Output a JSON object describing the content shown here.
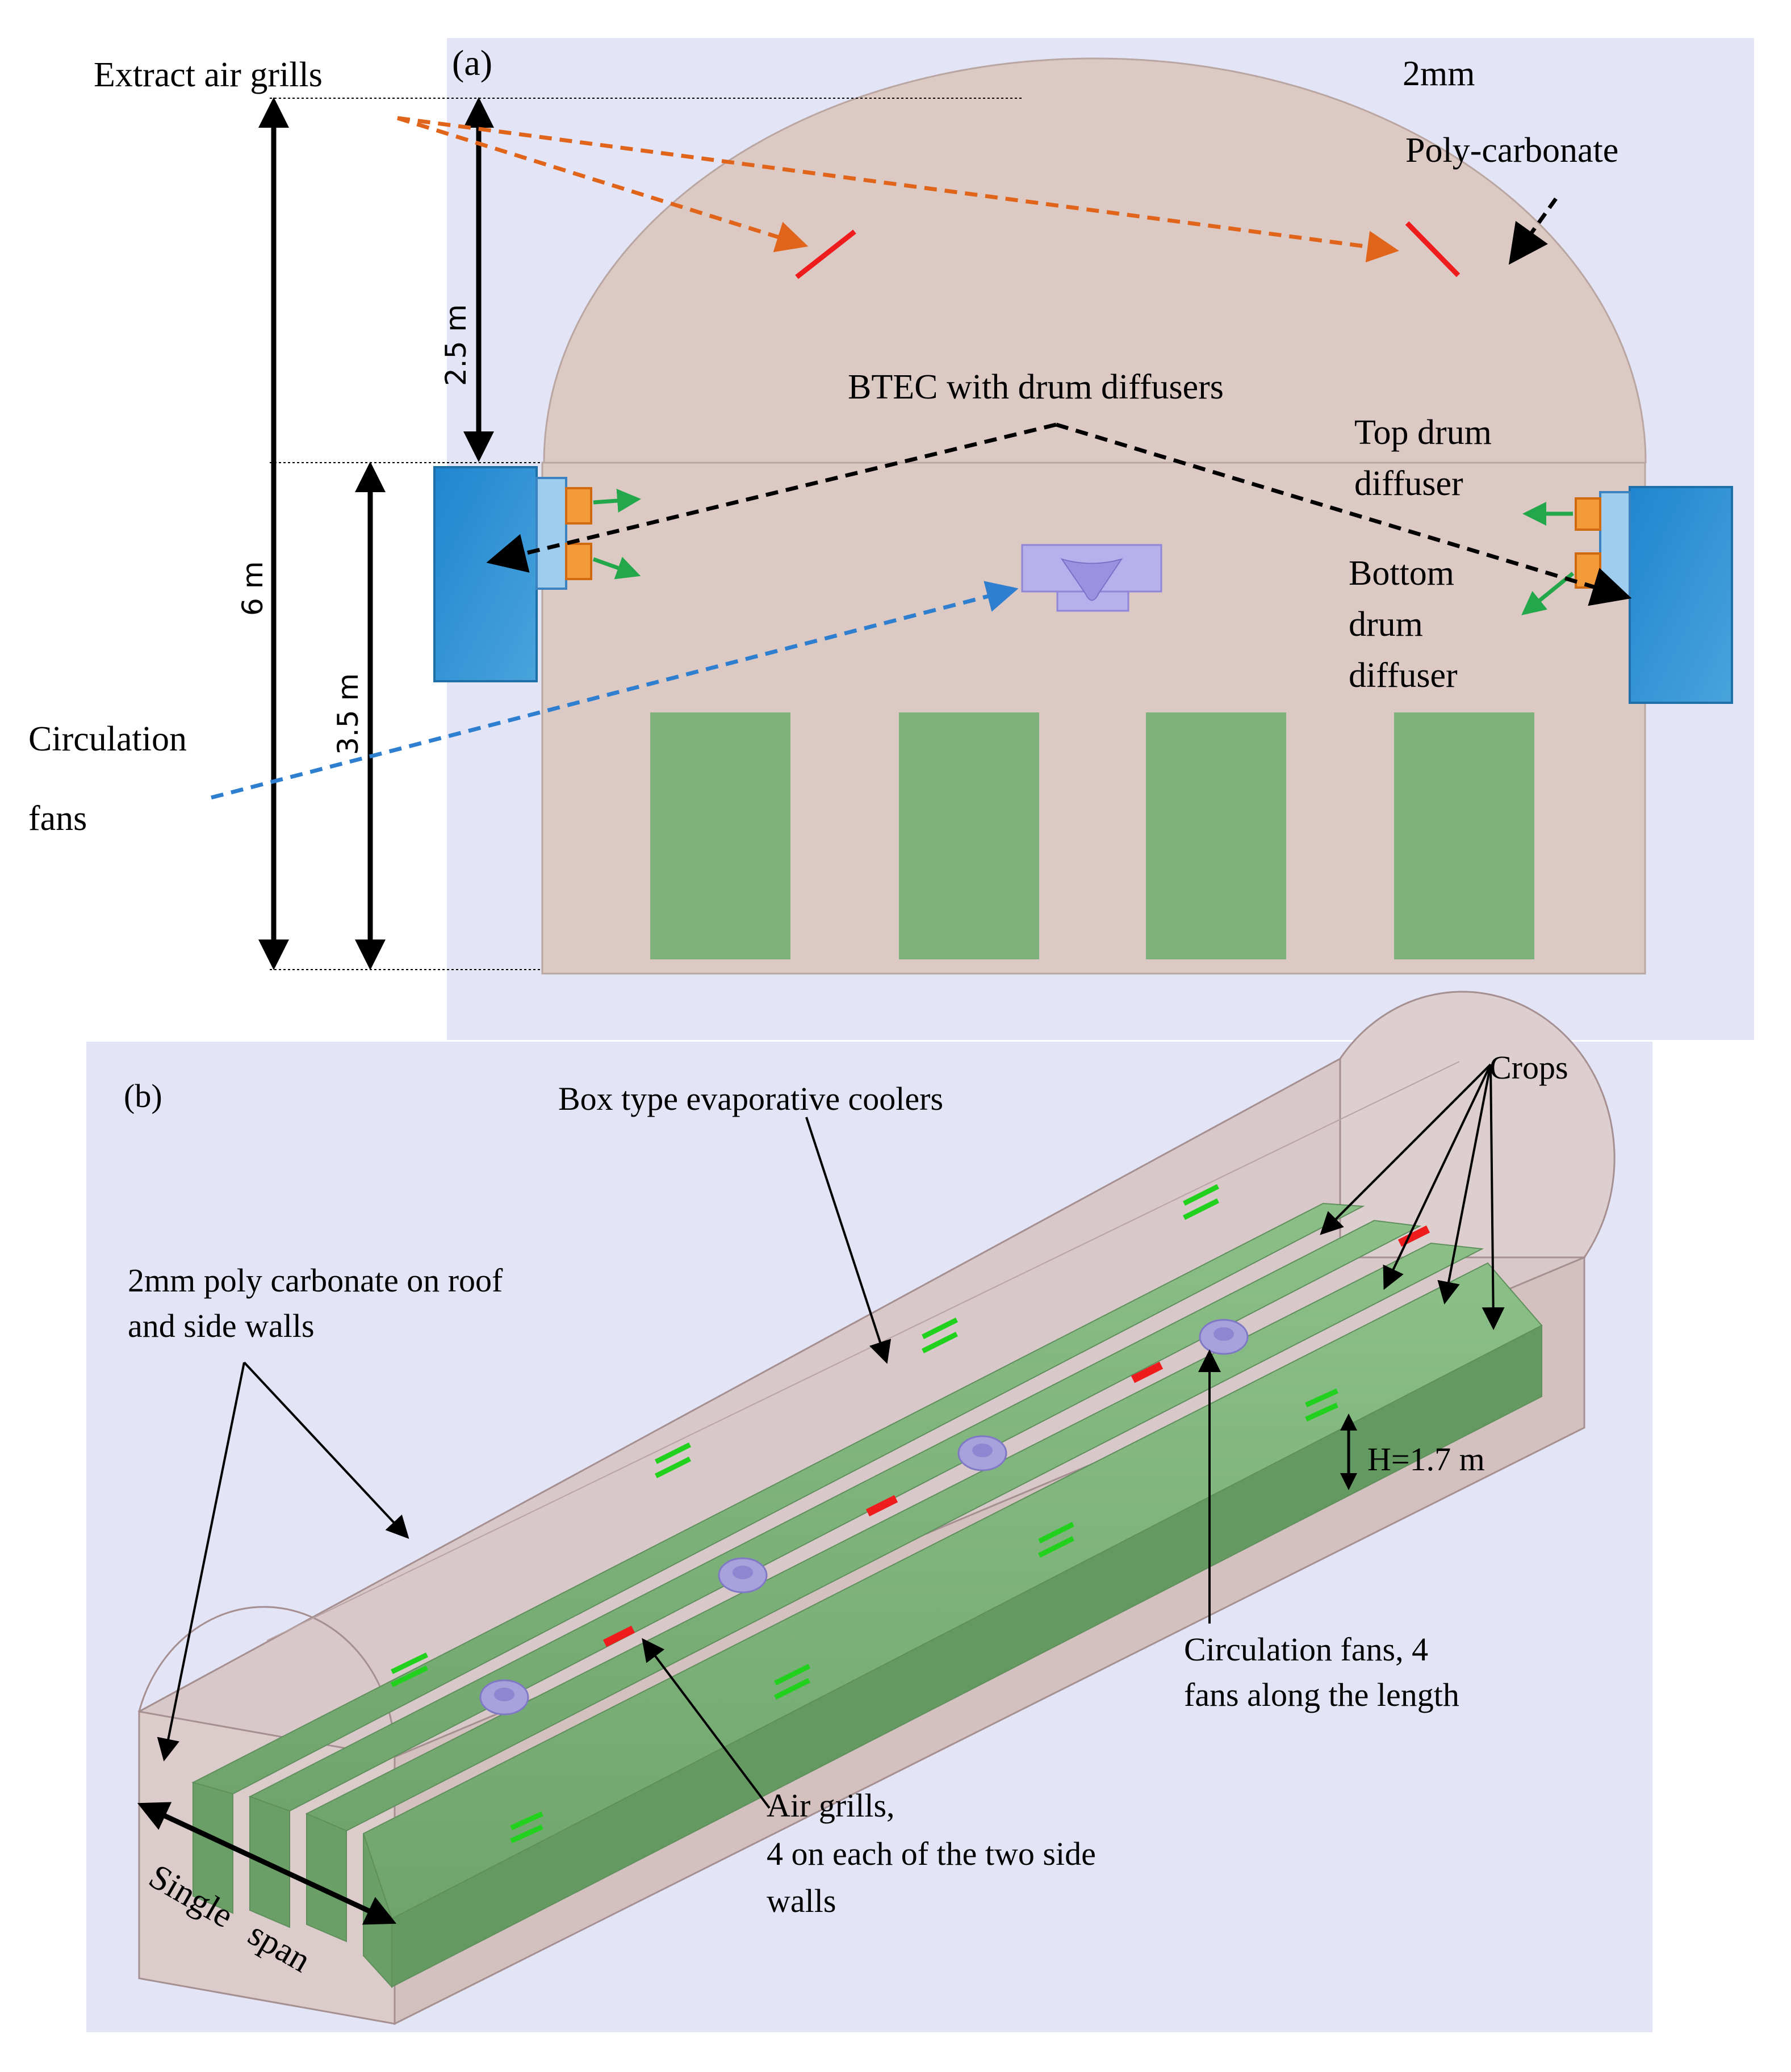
{
  "panel_a": {
    "label": "(a)",
    "extract_air_grills": "Extract air grills",
    "thickness": "2mm",
    "material": "Poly-carbonate",
    "btec": "BTEC with drum diffusers",
    "top_diffuser_line1": "Top drum",
    "top_diffuser_line2": "diffuser",
    "bottom_diffuser_line1": "Bottom",
    "bottom_diffuser_line2": "drum",
    "bottom_diffuser_line3": "diffuser",
    "circulation_line1": "Circulation",
    "circulation_line2": "fans",
    "dim_roof": "2.5 m",
    "dim_total": "6 m",
    "dim_wall": "3.5 m"
  },
  "panel_b": {
    "label": "(b)",
    "box_coolers": "Box type evaporative coolers",
    "crops": "Crops",
    "poly_line1": "2mm poly carbonate on roof",
    "poly_line2": "and side walls",
    "height": "H=1.7 m",
    "fans_line1": "Circulation fans, 4",
    "fans_line2": "fans along the length",
    "grills_line1": "Air grills,",
    "grills_line2": "4 on each of the two side",
    "grills_line3": "walls",
    "span": "Single span"
  },
  "colors": {
    "panel_bg": "#e3e4f6",
    "house_wall": "#dcc9c4",
    "crop": "#7fb17d",
    "btec_blue": "#2a8fd0",
    "extract_arrow": "#e0651a",
    "circulation_arrow": "#2f7fd0",
    "green_arrow": "#22a84a",
    "grill_red": "#ee1c1c"
  }
}
